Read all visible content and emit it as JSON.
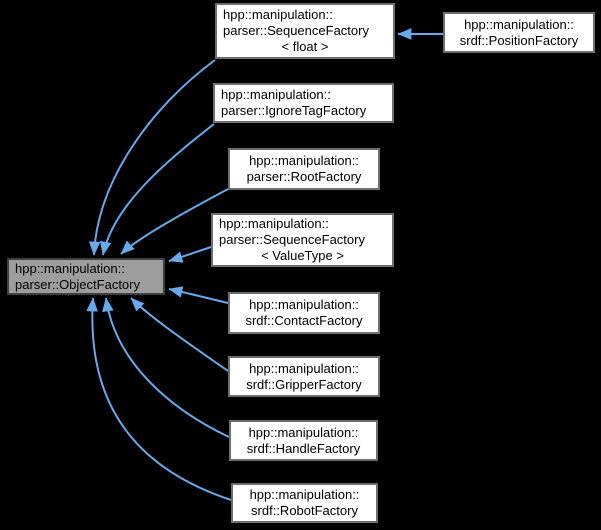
{
  "diagram": {
    "kind": "class-inheritance-graph",
    "background_color": "#000000",
    "arrow_color": "#68a9ec",
    "node_fill": "#ffffff",
    "node_border": "#6e6e6e",
    "highlight_fill": "#9d9d9d",
    "highlight_border": "#3f3f3f",
    "text_color": "#000000"
  },
  "nodes": {
    "object_factory": {
      "lines": [
        "hpp::manipulation::",
        "parser::ObjectFactory"
      ],
      "highlighted": true
    },
    "sequence_factory_float": {
      "lines": [
        "hpp::manipulation::",
        "parser::SequenceFactory",
        "< float >"
      ]
    },
    "position_factory": {
      "lines": [
        "hpp::manipulation::",
        "srdf::PositionFactory"
      ]
    },
    "ignore_tag_factory": {
      "lines": [
        "hpp::manipulation::",
        "parser::IgnoreTagFactory"
      ]
    },
    "root_factory": {
      "lines": [
        "hpp::manipulation::",
        "parser::RootFactory"
      ]
    },
    "sequence_factory_valuetype": {
      "lines": [
        "hpp::manipulation::",
        "parser::SequenceFactory",
        "< ValueType >"
      ]
    },
    "contact_factory": {
      "lines": [
        "hpp::manipulation::",
        "srdf::ContactFactory"
      ]
    },
    "gripper_factory": {
      "lines": [
        "hpp::manipulation::",
        "srdf::GripperFactory"
      ]
    },
    "handle_factory": {
      "lines": [
        "hpp::manipulation::",
        "srdf::HandleFactory"
      ]
    },
    "robot_factory": {
      "lines": [
        "hpp::manipulation::",
        "srdf::RobotFactory"
      ]
    }
  },
  "edges": [
    {
      "from": "sequence_factory_float",
      "to": "object_factory"
    },
    {
      "from": "ignore_tag_factory",
      "to": "object_factory"
    },
    {
      "from": "root_factory",
      "to": "object_factory"
    },
    {
      "from": "sequence_factory_valuetype",
      "to": "object_factory"
    },
    {
      "from": "contact_factory",
      "to": "object_factory"
    },
    {
      "from": "gripper_factory",
      "to": "object_factory"
    },
    {
      "from": "handle_factory",
      "to": "object_factory"
    },
    {
      "from": "robot_factory",
      "to": "object_factory"
    },
    {
      "from": "position_factory",
      "to": "sequence_factory_float"
    }
  ]
}
